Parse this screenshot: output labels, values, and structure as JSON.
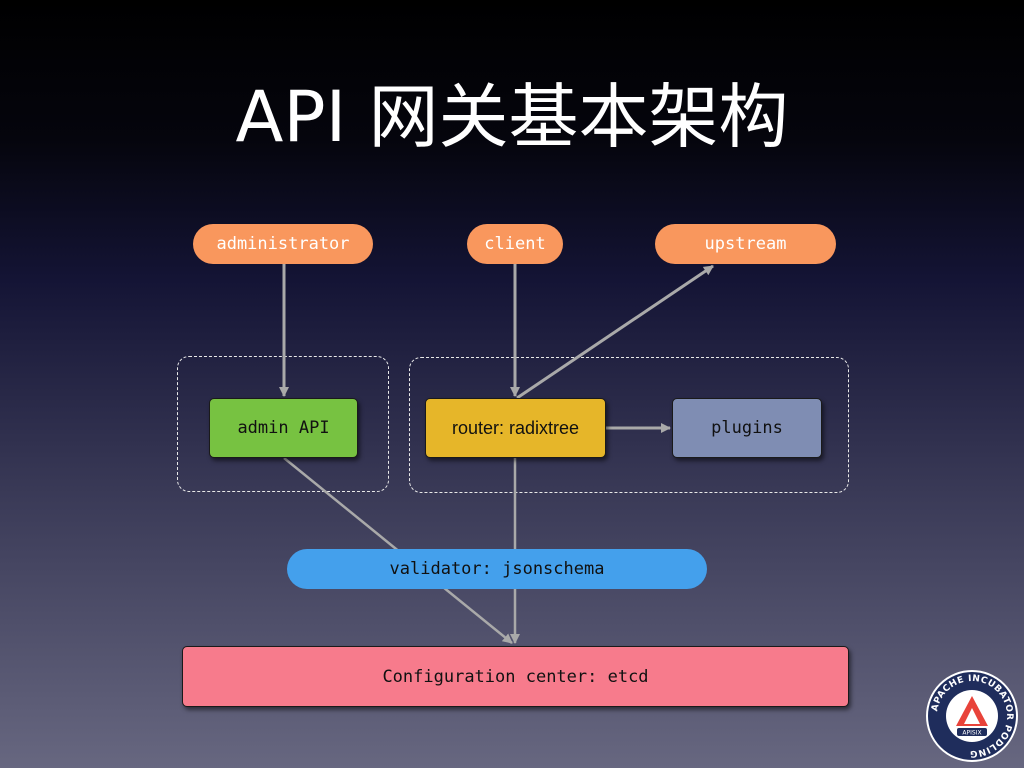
{
  "title": "API 网关基本架构",
  "nodes": {
    "administrator": "administrator",
    "client": "client",
    "upstream": "upstream",
    "admin_api": "admin API",
    "router": "router: radixtree",
    "plugins": "plugins",
    "validator": "validator: jsonschema",
    "config_center": "Configuration center: etcd"
  },
  "logo": {
    "ring_text": "APACHE INCUBATOR PODLING",
    "name": "APISIX"
  },
  "colors": {
    "actor": "#f9975d",
    "admin_api": "#77c241",
    "router": "#e6b629",
    "plugins": "#7f8db3",
    "validator": "#44a0ec",
    "config_center": "#f77b8c",
    "edge": "#a9a9a9"
  },
  "edges": [
    {
      "from": "administrator",
      "to": "admin_api"
    },
    {
      "from": "client",
      "to": "router"
    },
    {
      "from": "router",
      "to": "upstream"
    },
    {
      "from": "router",
      "to": "plugins"
    },
    {
      "from": "admin_api",
      "to": "config_center"
    },
    {
      "from": "router",
      "to": "config_center"
    }
  ]
}
